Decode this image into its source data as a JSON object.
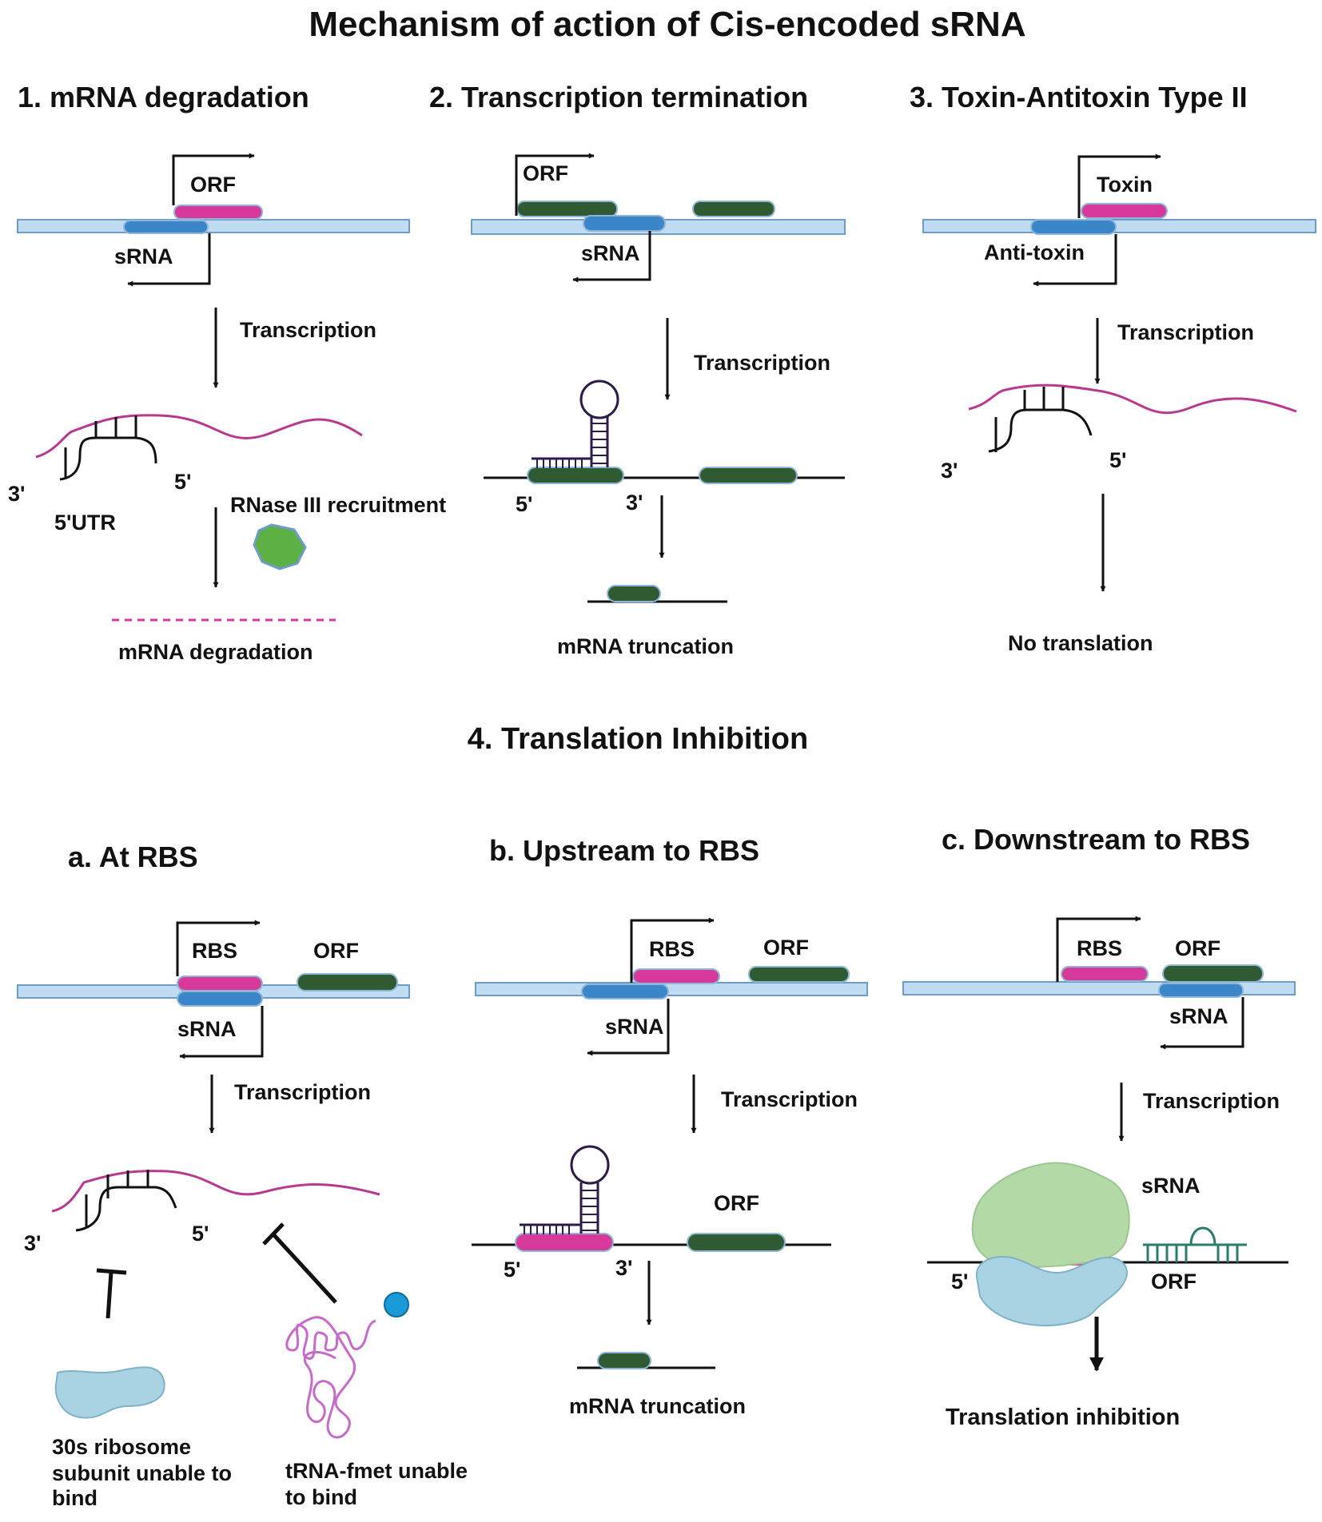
{
  "title": "Mechanism of action of Cis-encoded sRNA",
  "colors": {
    "dna_fill": "#bfdcf2",
    "dna_stroke": "#6e9cc7",
    "srna": "#3a86c8",
    "orf_pink": "#d6399a",
    "orf_green": "#2f5a32",
    "rna_magenta": "#b83a8e",
    "rnase": "#5db044",
    "ribosome_green": "#b3d9a6",
    "ribosome_blue": "#a9d3e3",
    "trna": "#c66bc9",
    "trna_ball": "#1a9bd7"
  },
  "panels": {
    "p1": {
      "heading": "1.  mRNA degradation",
      "orf": "ORF",
      "srna": "sRNA",
      "transcription": "Transcription",
      "three": "3'",
      "five": "5'",
      "utr": "5'UTR",
      "rnase": "RNase III recruitment",
      "result": "mRNA degradation"
    },
    "p2": {
      "heading": "2. Transcription termination",
      "orf": "ORF",
      "srna": "sRNA",
      "transcription": "Transcription",
      "five": "5'",
      "three": "3'",
      "result": "mRNA truncation"
    },
    "p3": {
      "heading": "3. Toxin-Antitoxin Type II",
      "toxin": "Toxin",
      "antitoxin": "Anti-toxin",
      "transcription": "Transcription",
      "three": "3'",
      "five": "5'",
      "result": "No translation"
    },
    "p4": {
      "heading": "4. Translation Inhibition"
    },
    "p4a": {
      "heading": "a. At RBS",
      "rbs": "RBS",
      "orf": "ORF",
      "srna": "sRNA",
      "transcription": "Transcription",
      "three": "3'",
      "five": "5'",
      "ribosome_text": [
        "30s ribosome",
        "subunit unable to",
        "bind"
      ],
      "trna_text": [
        "tRNA-fmet unable",
        "to bind"
      ]
    },
    "p4b": {
      "heading": "b. Upstream to RBS",
      "rbs": "RBS",
      "orf": "ORF",
      "srna": "sRNA",
      "transcription": "Transcription",
      "orf2": "ORF",
      "five": "5'",
      "three": "3'",
      "result": "mRNA truncation"
    },
    "p4c": {
      "heading": "c. Downstream to RBS",
      "rbs": "RBS",
      "orf": "ORF",
      "srna": "sRNA",
      "transcription": "Transcription",
      "srna2": "sRNA",
      "five": "5'",
      "orf2": "ORF",
      "result": "Translation inhibition"
    }
  }
}
